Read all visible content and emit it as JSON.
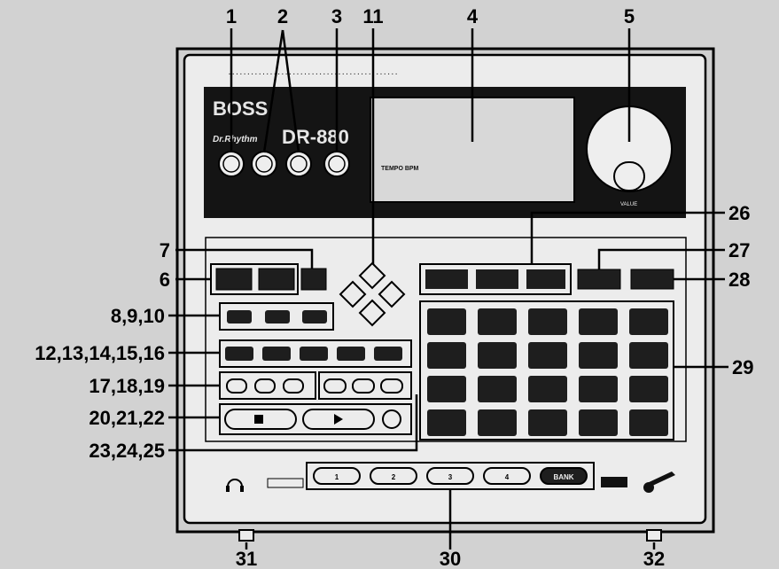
{
  "device": {
    "brand": "BOSS",
    "model_script": "Dr.Rhythm",
    "model": "DR-880",
    "display_text": "TEMPO BPM",
    "dial_label": "VALUE"
  },
  "pad_keys": [
    "1",
    "2",
    "3",
    "4",
    "BANK"
  ],
  "callouts": {
    "c1": "1",
    "c2": "2",
    "c3": "3",
    "c11": "11",
    "c4": "4",
    "c5": "5",
    "c26": "26",
    "c27": "27",
    "c28": "28",
    "c7": "7",
    "c6": "6",
    "c8": "8,9,10",
    "c12": "12,13,14,15,16",
    "c17": "17,18,19",
    "c20": "20,21,22",
    "c23": "23,24,25",
    "c29": "29",
    "c31": "31",
    "c30": "30",
    "c32": "32"
  },
  "colors": {
    "panel": "#e8e8e8",
    "screen": "#141414",
    "display": "#d8d8d8",
    "button": "#1e1e1e",
    "line": "#000000"
  }
}
